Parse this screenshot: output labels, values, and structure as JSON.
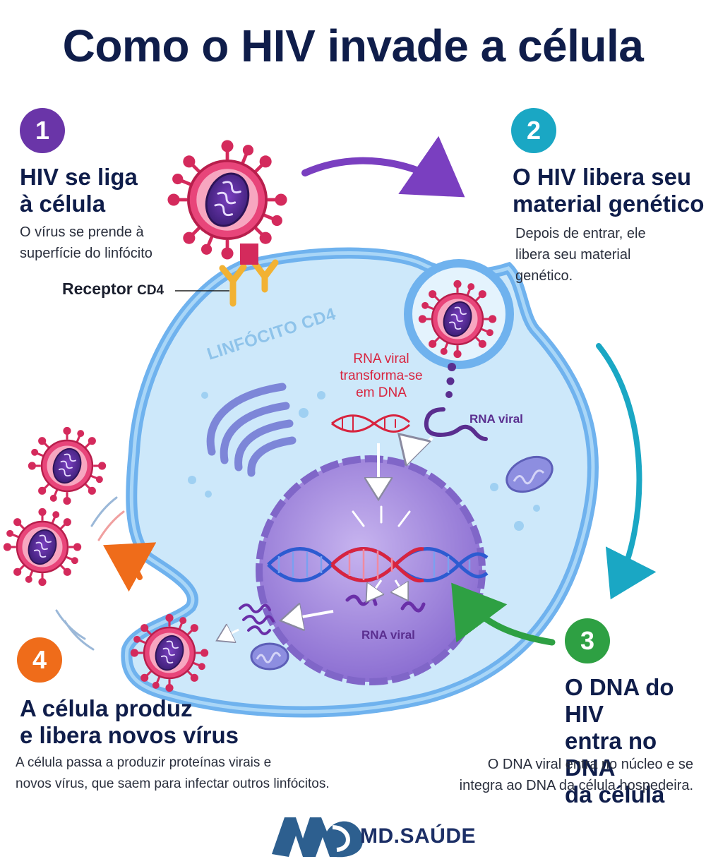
{
  "title": "Como o HIV invade a célula",
  "steps": [
    {
      "number": "1",
      "heading_lines": [
        "HIV se liga",
        "à célula"
      ],
      "text_lines": [
        "O vírus se prende à",
        "superfície do linfócito"
      ],
      "color": "#6a35a8"
    },
    {
      "number": "2",
      "heading_lines": [
        "O HIV libera seu",
        "material genético"
      ],
      "text_lines": [
        "Depois de entrar, ele",
        "libera seu material",
        "genético."
      ],
      "color": "#1aa7c4"
    },
    {
      "number": "3",
      "heading_lines": [
        "O DNA do HIV",
        "entra no DNA",
        "da célula"
      ],
      "text_lines": [
        "O DNA viral entra no núcleo e se",
        "integra ao DNA da célula hospedeira."
      ],
      "color": "#2ea043"
    },
    {
      "number": "4",
      "heading_lines": [
        "A célula produz",
        "e libera novos vírus"
      ],
      "text_lines": [
        "A célula passa a produzir proteínas virais e",
        "novos vírus, que saem para infectar outros linfócitos."
      ],
      "color": "#ef6c1a"
    }
  ],
  "labels": {
    "receptor_prefix": "Receptor",
    "receptor_suffix": "CD4",
    "cell_name": "LINFÓCITO CD4",
    "rna_viral_top": "RNA viral",
    "rna_viral_bottom": "RNA viral",
    "rna_transform_lines": [
      "RNA viral",
      "transforma-se",
      "em DNA"
    ]
  },
  "brand": {
    "name": "MD.SAÚDE"
  },
  "colors": {
    "title": "#0f1d4a",
    "virus": "#d42a5c",
    "virus_core": "#5a2e8f",
    "membrane": "#6fb2ee",
    "cytoplasm": "#cde8fa",
    "nucleus": "#a98fe0",
    "dna_blue": "#2d5bd1",
    "dna_red": "#d8243f",
    "receptor": "#f2b233"
  }
}
